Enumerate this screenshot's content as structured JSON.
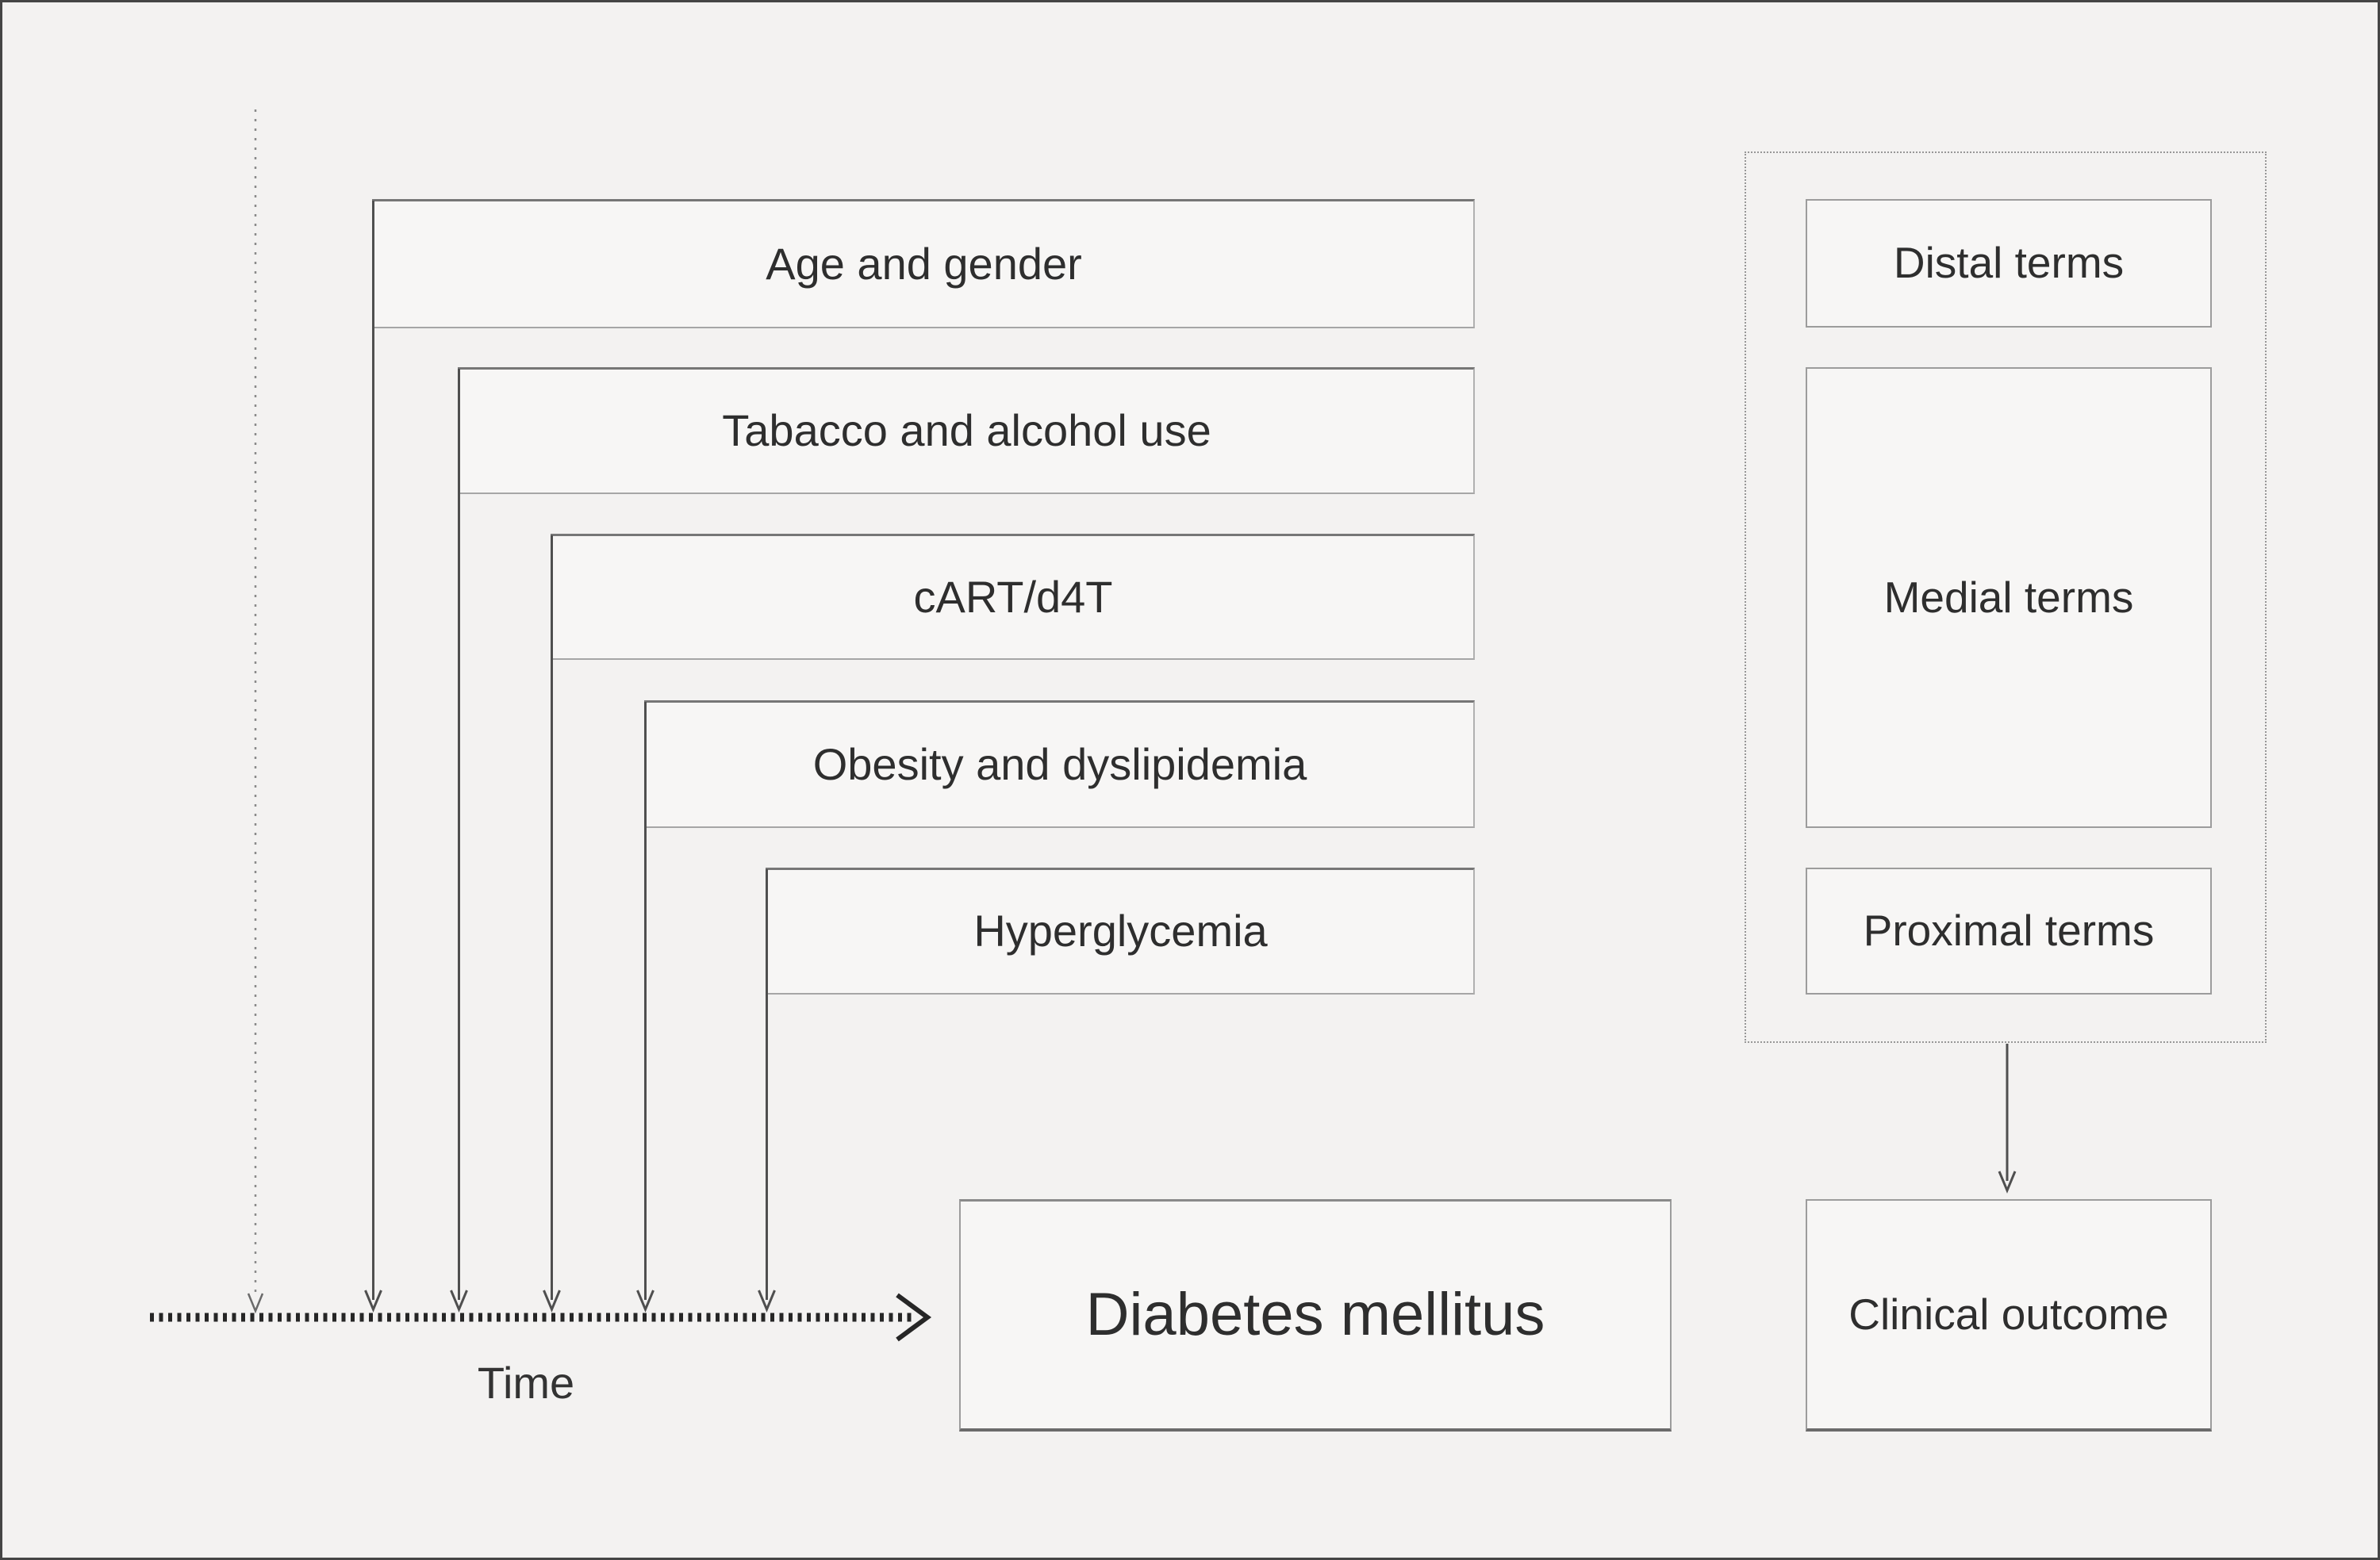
{
  "palette": {
    "page_bg": "#f3f2f1",
    "box_bg": "#f7f6f5",
    "box_border": "#9c9c9c",
    "box_border_dark": "#6b6b6b",
    "arrow_line": "#4f4f4f",
    "dotted_guide": "#8a8a8a",
    "time_axis": "#262626",
    "text": "#2e2e2e"
  },
  "diagram": {
    "risk_boxes": [
      {
        "label": "Age and gender"
      },
      {
        "label": "Tabacco and alcohol use"
      },
      {
        "label": "cART/d4T"
      },
      {
        "label": "Obesity and dyslipidemia"
      },
      {
        "label": "Hyperglycemia"
      }
    ],
    "timeline": {
      "label": "Time"
    },
    "outcome": {
      "label": "Diabetes mellitus"
    },
    "legend": {
      "distal": {
        "label": "Distal terms"
      },
      "medial": {
        "label": "Medial terms"
      },
      "proximal": {
        "label": "Proximal terms"
      }
    },
    "clinical": {
      "label": "Clinical outcome"
    }
  }
}
